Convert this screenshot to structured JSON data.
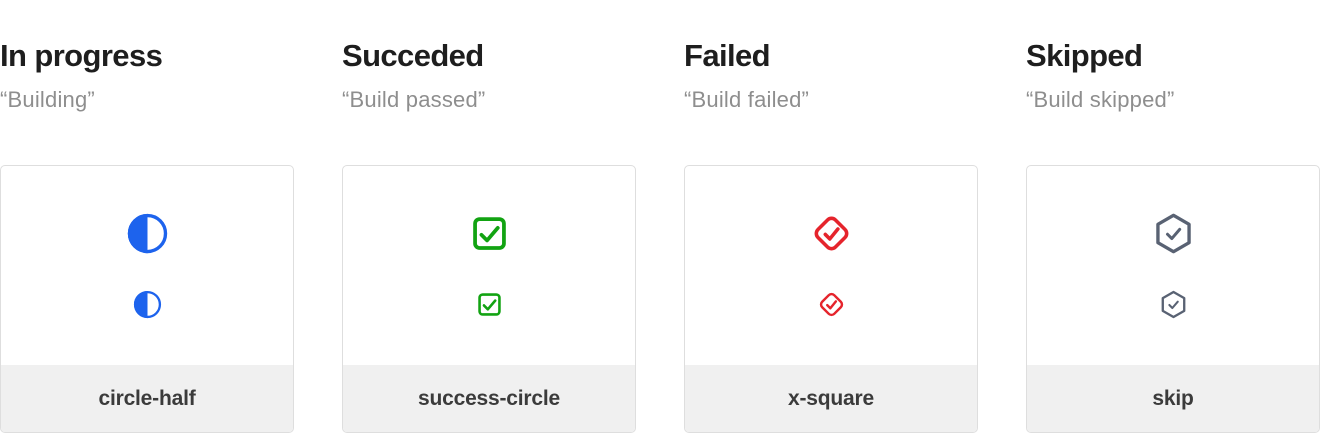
{
  "colors": {
    "in_progress_blue": "#1d63ed",
    "succeeded_green": "#12a312",
    "failed_red": "#e5242c",
    "skipped_slate": "#596273",
    "card_border": "#dedede",
    "card_footer_bg": "#f0f0f0",
    "title_text": "#1e1e1e",
    "subtitle_text": "#8e8e8e",
    "label_text": "#3b3b3b"
  },
  "columns": [
    {
      "title": "In progress",
      "subtitle": "“Building”",
      "icon": "circle-half-icon",
      "icon_label": "circle-half",
      "color": "#1d63ed"
    },
    {
      "title": "Succeded",
      "subtitle": "“Build passed”",
      "icon": "check-square-icon",
      "icon_label": "success-circle",
      "color": "#12a312"
    },
    {
      "title": "Failed",
      "subtitle": "“Build failed”",
      "icon": "check-diamond-icon",
      "icon_label": "x-square",
      "color": "#e5242c"
    },
    {
      "title": "Skipped",
      "subtitle": "“Build skipped”",
      "icon": "check-hexagon-icon",
      "icon_label": "skip",
      "color": "#596273"
    }
  ]
}
